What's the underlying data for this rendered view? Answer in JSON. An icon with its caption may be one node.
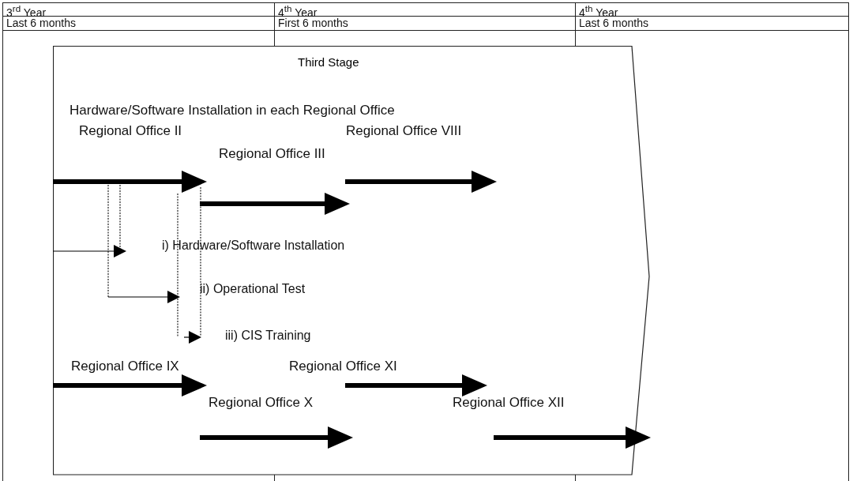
{
  "diagram": {
    "nodes": [
      {
        "text": [
          "Third Stage"
        ]
      }
    ],
    "labels": [
      "3$^{rd}$ Year",
      "4$^{th}$ Year",
      "4$^{th}$ Year",
      "Last 6 months",
      "First 6 months",
      "Last 6 months",
      "Hardware/Software Installation in each Regional Office",
      "Regional Office II",
      "Regional Office III",
      "Regional Office VIII",
      "i) Hardware/Software Installation",
      "ii) Operational Test",
      "iii) CIS Training",
      "Regional Office IX",
      "Regional Office XI",
      "Regional Office X",
      "Regional Office XII"
    ]
  }
}
